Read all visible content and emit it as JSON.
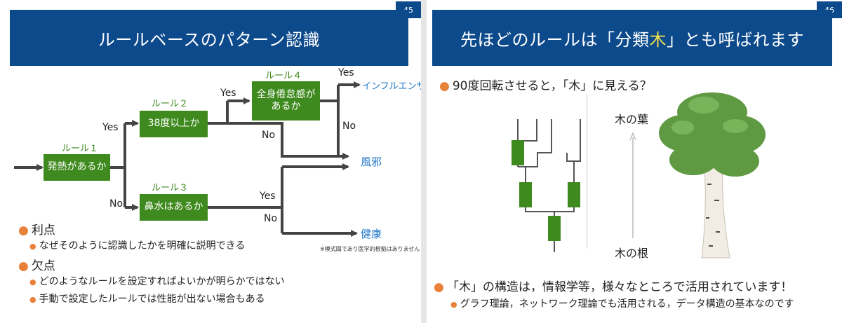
{
  "left": {
    "page_number": "45",
    "title": "ルールベースのパターン認識",
    "flowchart": {
      "rule1": {
        "label": "ルール１",
        "text": "発熱があるか"
      },
      "rule2": {
        "label": "ルール２",
        "text": "38度以上か"
      },
      "rule3": {
        "label": "ルール３",
        "text": "鼻水はあるか"
      },
      "rule4": {
        "label": "ルール４",
        "text_line1": "全身倦怠感が",
        "text_line2": "あるか"
      },
      "edges": {
        "yes": "Yes",
        "no": "No"
      },
      "outcomes": {
        "influenza": "インフルエンザ",
        "cold": "風邪",
        "healthy": "健康"
      }
    },
    "note": "※模式図であり医学的根拠はありません",
    "pros": {
      "heading": "利点",
      "items": [
        "なぜそのように認識したかを明確に説明できる"
      ]
    },
    "cons": {
      "heading": "欠点",
      "items": [
        "どのようなルールを設定すればよいかが明らかではない",
        "手動で設定したルールでは性能が出ない場合もある"
      ]
    }
  },
  "right": {
    "page_number": "46",
    "title_before": "先ほどのルールは「分類",
    "title_highlight": "木",
    "title_after": "」とも呼ばれます",
    "bullet1": "90度回転させると，「木」に見える？",
    "leaves_label": "木の葉",
    "root_label": "木の根",
    "bullet2": "「木」の構造は，情報学等，様々なところで活用されています！",
    "sub_bullet": "グラフ理論，ネットワーク理論でも活用される，データ構造の基本なのです"
  },
  "colors": {
    "title_bg": "#0c4a8c",
    "box_green": "#3f8a1e",
    "outcome_blue": "#1f76c8",
    "bullet_orange": "#e8823a"
  }
}
